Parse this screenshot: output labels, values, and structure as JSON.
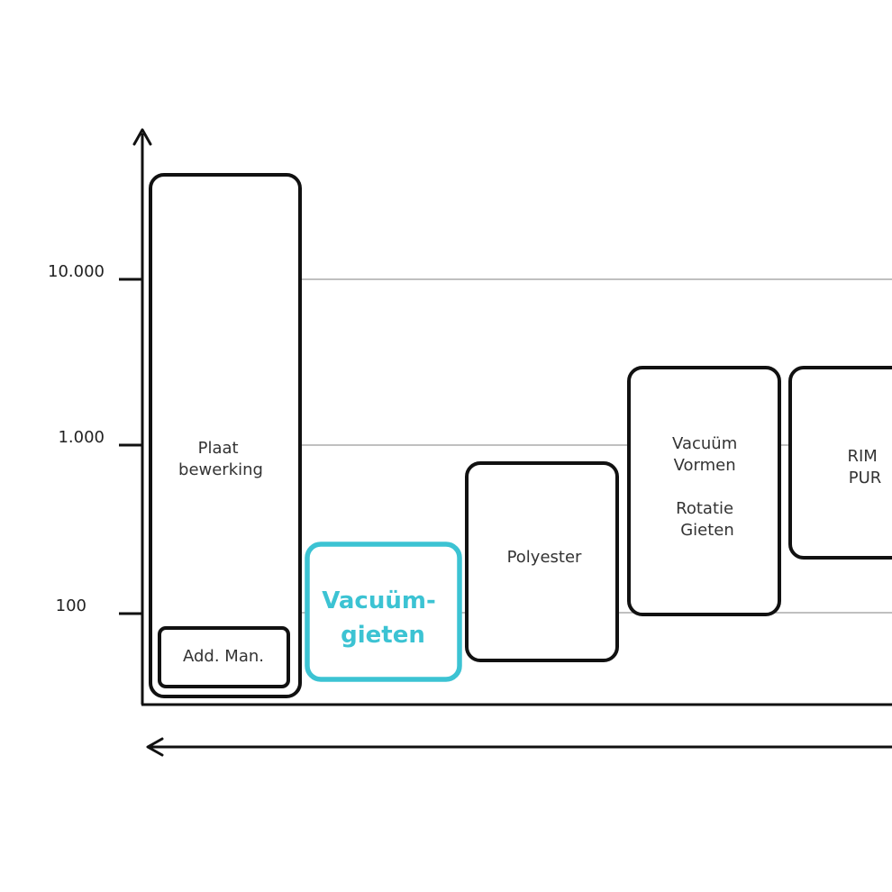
{
  "y_axis": {
    "ticks": [
      "10.000",
      "1.000",
      "100"
    ]
  },
  "boxes": {
    "plaat": {
      "lines": [
        "Plaat",
        "bewerking"
      ]
    },
    "add_man": {
      "lines": [
        "Add. Man."
      ]
    },
    "vacuum_gieten": {
      "lines": [
        "Vacuüm-",
        "gieten"
      ]
    },
    "polyester": {
      "lines": [
        "Polyester"
      ]
    },
    "vacuum_vormen": {
      "lines": [
        "Vacuüm",
        "Vormen",
        "Rotatie",
        "Gieten"
      ]
    },
    "rim_pur": {
      "lines": [
        "RIM",
        "PUR"
      ]
    }
  },
  "colors": {
    "stroke": "#111111",
    "gridline": "#9a9a9a",
    "highlight": "#3cc3d3"
  }
}
